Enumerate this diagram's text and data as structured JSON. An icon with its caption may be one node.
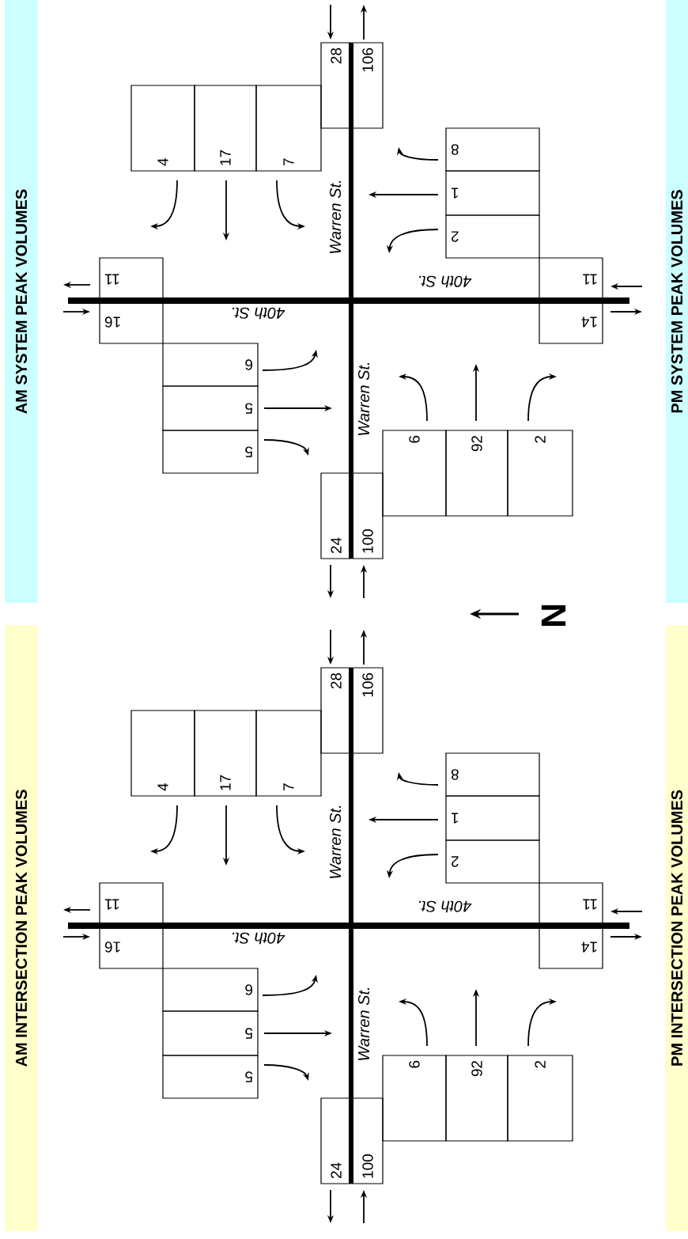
{
  "diagram": {
    "nodes": [
      {
        "text": [
          "AM SYSTEM PEAK VOLUMES"
        ]
      },
      {
        "text": [
          "PM SYSTEM PEAK VOLUMES"
        ]
      },
      {
        "text": [
          "AM INTERSECTION PEAK VOLUMES"
        ]
      },
      {
        "text": [
          "PM INTERSECTION PEAK VOLUMES"
        ]
      },
      {
        "text": [
          "28"
        ]
      },
      {
        "text": [
          "106"
        ]
      },
      {
        "text": [
          "4"
        ]
      },
      {
        "text": [
          "17"
        ]
      },
      {
        "text": [
          "7"
        ]
      },
      {
        "text": [
          "8"
        ]
      },
      {
        "text": [
          "1"
        ]
      },
      {
        "text": [
          "2"
        ]
      },
      {
        "text": [
          "11"
        ]
      },
      {
        "text": [
          "11"
        ]
      },
      {
        "text": [
          "16"
        ]
      },
      {
        "text": [
          "14"
        ]
      },
      {
        "text": [
          "6"
        ]
      },
      {
        "text": [
          "5"
        ]
      },
      {
        "text": [
          "5"
        ]
      },
      {
        "text": [
          "6"
        ]
      },
      {
        "text": [
          "92"
        ]
      },
      {
        "text": [
          "2"
        ]
      },
      {
        "text": [
          "24"
        ]
      },
      {
        "text": [
          "100"
        ]
      },
      {
        "text": [
          "28"
        ]
      },
      {
        "text": [
          "106"
        ]
      },
      {
        "text": [
          "4"
        ]
      },
      {
        "text": [
          "17"
        ]
      },
      {
        "text": [
          "7"
        ]
      },
      {
        "text": [
          "8"
        ]
      },
      {
        "text": [
          "1"
        ]
      },
      {
        "text": [
          "2"
        ]
      },
      {
        "text": [
          "11"
        ]
      },
      {
        "text": [
          "11"
        ]
      },
      {
        "text": [
          "16"
        ]
      },
      {
        "text": [
          "14"
        ]
      },
      {
        "text": [
          "6"
        ]
      },
      {
        "text": [
          "5"
        ]
      },
      {
        "text": [
          "5"
        ]
      },
      {
        "text": [
          "6"
        ]
      },
      {
        "text": [
          "92"
        ]
      },
      {
        "text": [
          "2"
        ]
      },
      {
        "text": [
          "24"
        ]
      },
      {
        "text": [
          "100"
        ]
      }
    ],
    "edges": [
      {
        "from": null,
        "to": 4,
        "arrow": "to"
      },
      {
        "from": 5,
        "to": null,
        "arrow": "to"
      },
      {
        "from": 6,
        "to": null,
        "arrow": "to"
      },
      {
        "from": 7,
        "to": null,
        "arrow": "to"
      },
      {
        "from": 8,
        "to": null,
        "arrow": "to"
      },
      {
        "from": 9,
        "to": null,
        "arrow": "to"
      },
      {
        "from": 10,
        "to": null,
        "arrow": "to"
      },
      {
        "from": 11,
        "to": null,
        "arrow": "to"
      },
      {
        "from": 12,
        "to": null,
        "arrow": "to"
      },
      {
        "from": null,
        "to": 13,
        "arrow": "to"
      },
      {
        "from": null,
        "to": 14,
        "arrow": "to"
      },
      {
        "from": 15,
        "to": null,
        "arrow": "to"
      },
      {
        "from": 16,
        "to": null,
        "arrow": "to"
      },
      {
        "from": 17,
        "to": null,
        "arrow": "to"
      },
      {
        "from": 18,
        "to": null,
        "arrow": "to"
      },
      {
        "from": 19,
        "to": null,
        "arrow": "to"
      },
      {
        "from": 20,
        "to": null,
        "arrow": "to"
      },
      {
        "from": 21,
        "to": null,
        "arrow": "to"
      },
      {
        "from": 22,
        "to": null,
        "arrow": "to"
      },
      {
        "from": null,
        "to": 23,
        "arrow": "to"
      },
      {
        "from": null,
        "to": 24,
        "arrow": "to"
      },
      {
        "from": 25,
        "to": null,
        "arrow": "to"
      },
      {
        "from": 26,
        "to": null,
        "arrow": "to"
      },
      {
        "from": 27,
        "to": null,
        "arrow": "to"
      },
      {
        "from": 28,
        "to": null,
        "arrow": "to"
      },
      {
        "from": 29,
        "to": null,
        "arrow": "to"
      },
      {
        "from": 30,
        "to": null,
        "arrow": "to"
      },
      {
        "from": 31,
        "to": null,
        "arrow": "to"
      },
      {
        "from": 32,
        "to": null,
        "arrow": "to"
      },
      {
        "from": null,
        "to": 33,
        "arrow": "to"
      },
      {
        "from": null,
        "to": 34,
        "arrow": "to"
      },
      {
        "from": 35,
        "to": null,
        "arrow": "to"
      },
      {
        "from": 36,
        "to": null,
        "arrow": "to"
      },
      {
        "from": 37,
        "to": null,
        "arrow": "to"
      },
      {
        "from": 38,
        "to": null,
        "arrow": "to"
      },
      {
        "from": 39,
        "to": null,
        "arrow": "to"
      },
      {
        "from": 40,
        "to": null,
        "arrow": "to"
      },
      {
        "from": 41,
        "to": null,
        "arrow": "to"
      },
      {
        "from": 42,
        "to": null,
        "arrow": "to"
      },
      {
        "from": null,
        "to": 43,
        "arrow": "to"
      }
    ],
    "labels": [
      "Warren St.",
      "40th St.",
      "40th St.",
      "Warren St.",
      "N",
      "Warren St.",
      "40th St.",
      "40th St.",
      "Warren St."
    ]
  }
}
